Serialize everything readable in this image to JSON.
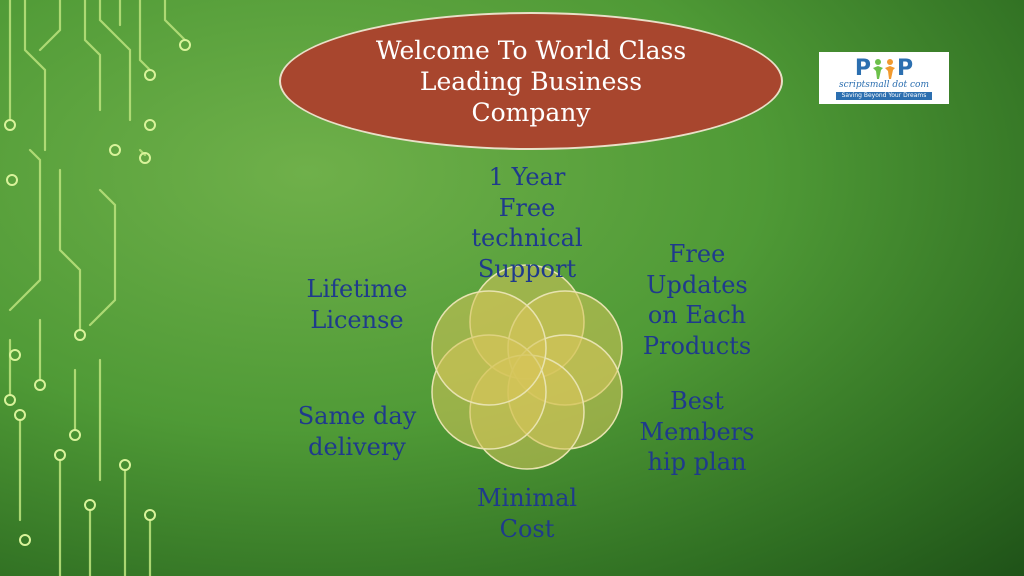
{
  "banner": {
    "title": "Welcome To World Class Leading Business Company"
  },
  "logo": {
    "mark_letters": [
      "P",
      "P"
    ],
    "text": "scriptsmall dot com",
    "tagline": "Saving Beyond Your Dreams"
  },
  "diagram": {
    "labels": [
      {
        "id": "support",
        "text": "1 Year Free technical Support",
        "lines": [
          "1 Year",
          "Free",
          "technical",
          "Support"
        ]
      },
      {
        "id": "updates",
        "text": "Free Updates on Each Products",
        "lines": [
          "Free",
          "Updates",
          "on Each",
          "Products"
        ]
      },
      {
        "id": "membership",
        "text": "Best Membership plan",
        "lines": [
          "Best",
          "Members",
          "hip plan"
        ]
      },
      {
        "id": "cost",
        "text": "Minimal Cost",
        "lines": [
          "Minimal",
          "Cost"
        ]
      },
      {
        "id": "delivery",
        "text": "Same day delivery",
        "lines": [
          "Same day",
          "delivery"
        ]
      },
      {
        "id": "license",
        "text": "Lifetime License",
        "lines": [
          "Lifetime",
          "License"
        ]
      }
    ]
  },
  "colors": {
    "petal_fill": "#d6c45a",
    "petal_stroke": "#e8e3b0",
    "label_text": "#1f3a8c",
    "banner_fill": "#a8462e"
  }
}
